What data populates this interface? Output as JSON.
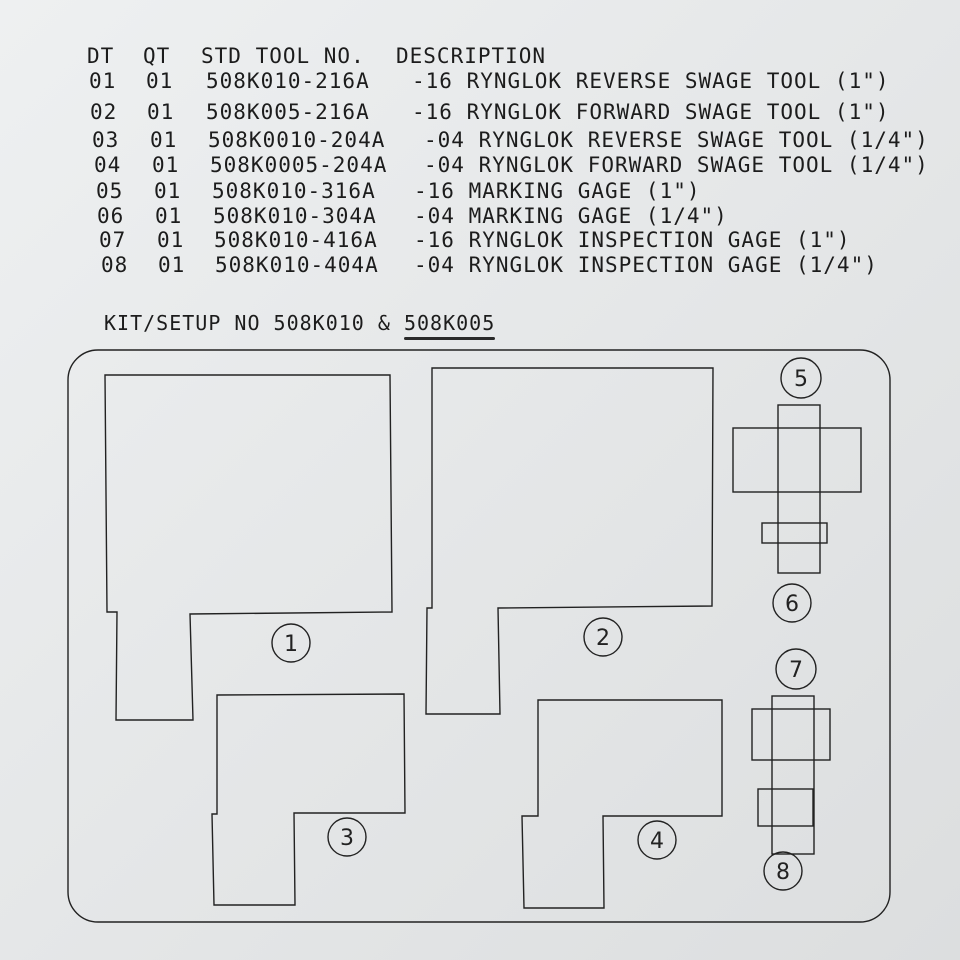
{
  "table": {
    "headers": {
      "dt": "DT",
      "qt": "QT",
      "std": "STD TOOL NO.",
      "desc": "DESCRIPTION"
    },
    "rows": [
      {
        "dt": "01",
        "qt": "01",
        "std": "508K010-216A",
        "desc": "-16 RYNGLOK REVERSE SWAGE TOOL (1\")"
      },
      {
        "dt": "02",
        "qt": "01",
        "std": "508K005-216A",
        "desc": "-16 RYNGLOK FORWARD SWAGE TOOL (1\")"
      },
      {
        "dt": "03",
        "qt": "01",
        "std": "508K0010-204A",
        "desc": "-04 RYNGLOK REVERSE SWAGE TOOL (1/4\")"
      },
      {
        "dt": "04",
        "qt": "01",
        "std": "508K0005-204A",
        "desc": "-04 RYNGLOK FORWARD SWAGE TOOL (1/4\")"
      },
      {
        "dt": "05",
        "qt": "01",
        "std": "508K010-316A",
        "desc": "-16 MARKING GAGE (1\")"
      },
      {
        "dt": "06",
        "qt": "01",
        "std": "508K010-304A",
        "desc": "-04 MARKING GAGE (1/4\")"
      },
      {
        "dt": "07",
        "qt": "01",
        "std": "508K010-416A",
        "desc": "-16 RYNGLOK INSPECTION GAGE (1\")"
      },
      {
        "dt": "08",
        "qt": "01",
        "std": "508K010-404A",
        "desc": "-04 RYNGLOK INSPECTION GAGE (1/4\")"
      }
    ]
  },
  "kit": {
    "label": "KIT/SETUP NO 508K010 & ",
    "underlined": "508K005"
  },
  "diagram": {
    "callouts": [
      "1",
      "2",
      "3",
      "4",
      "5",
      "6",
      "7",
      "8"
    ]
  }
}
